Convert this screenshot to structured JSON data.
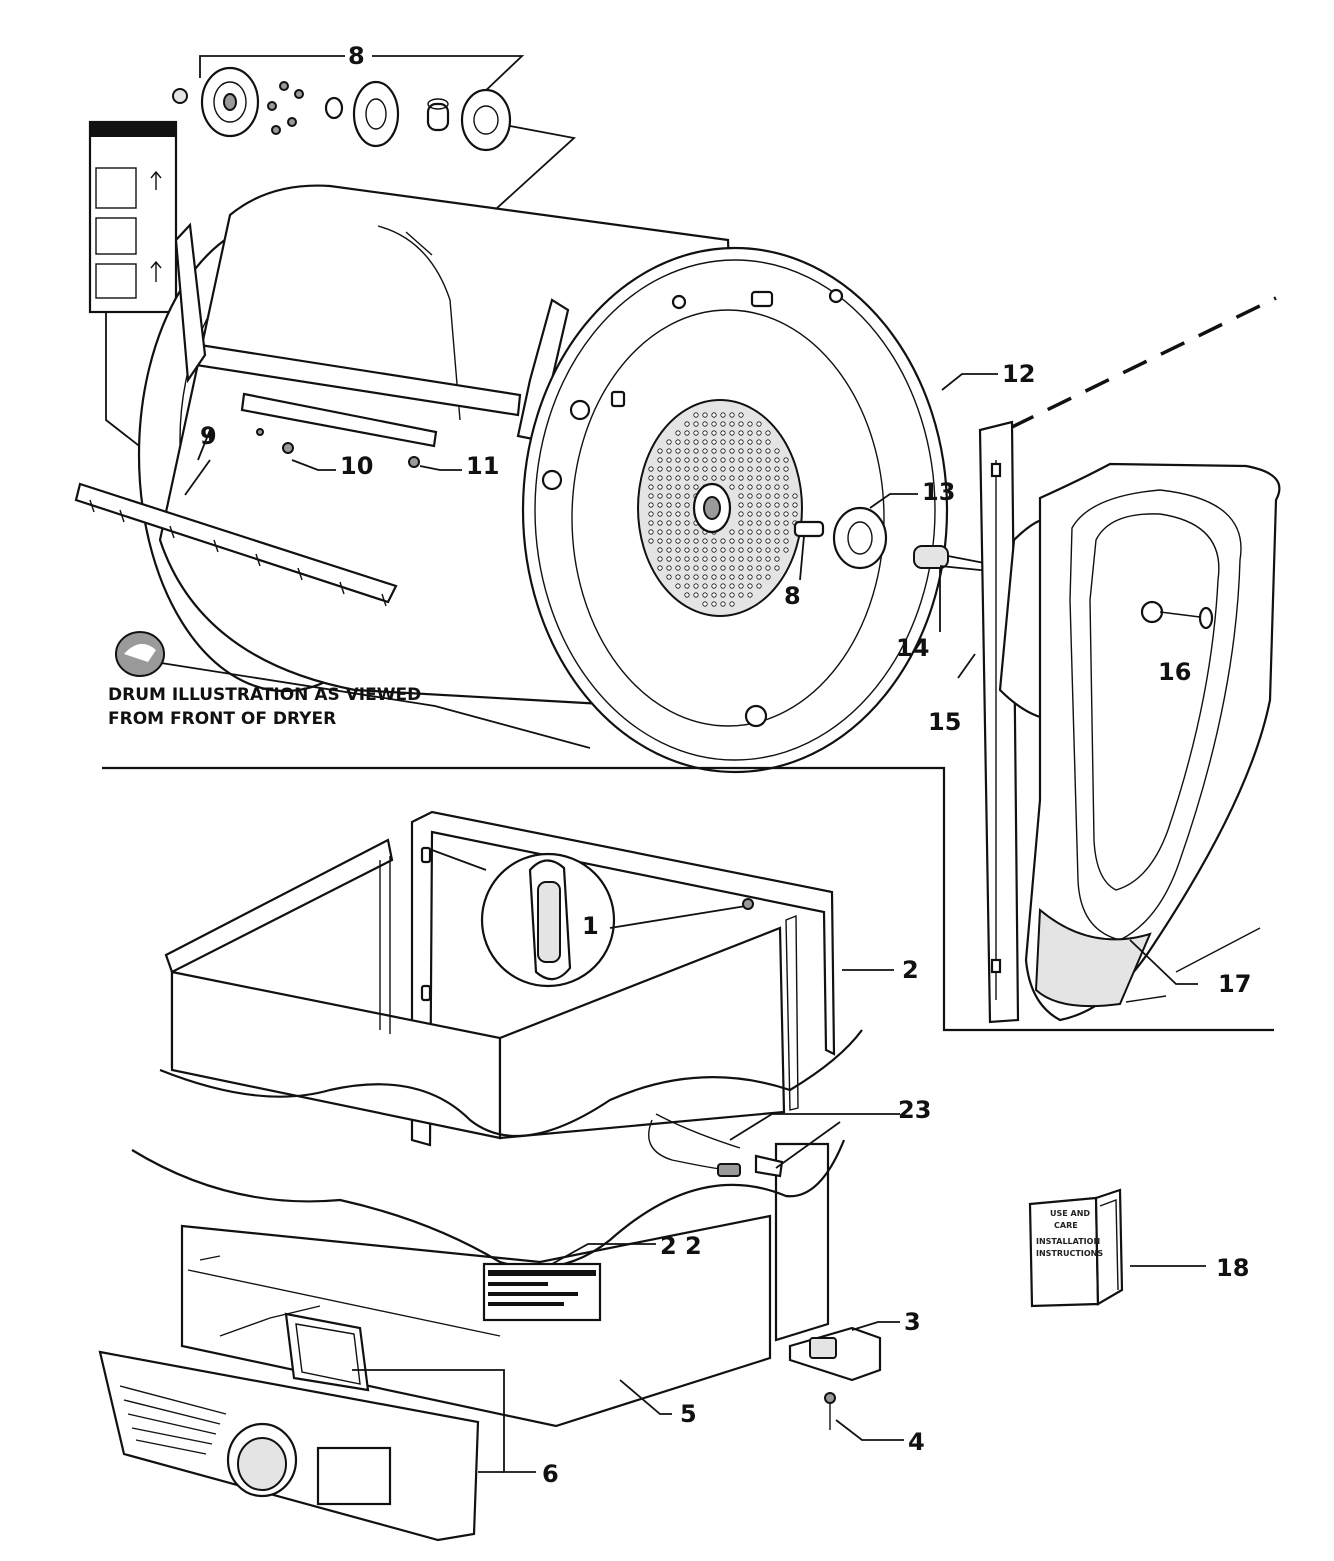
{
  "callouts": {
    "c1": "1",
    "c2": "2",
    "c3": "3",
    "c4": "4",
    "c5": "5",
    "c6": "6",
    "c8_top": "8",
    "c8_drum": "8",
    "c9": "9",
    "c10": "10",
    "c11": "11",
    "c12": "12",
    "c13": "13",
    "c14": "14",
    "c15": "15",
    "c16": "16",
    "c17": "17",
    "c18": "18",
    "c22": "2 2",
    "c23": "23"
  },
  "notes": {
    "drum_line1": "DRUM ILLUSTRATION AS VIEWED",
    "drum_line2": "FROM FRONT OF DRYER"
  },
  "manual": {
    "line1": "USE AND",
    "line2": "CARE",
    "line3": "INSTALLATION",
    "line4": "INSTRUCTIONS"
  }
}
